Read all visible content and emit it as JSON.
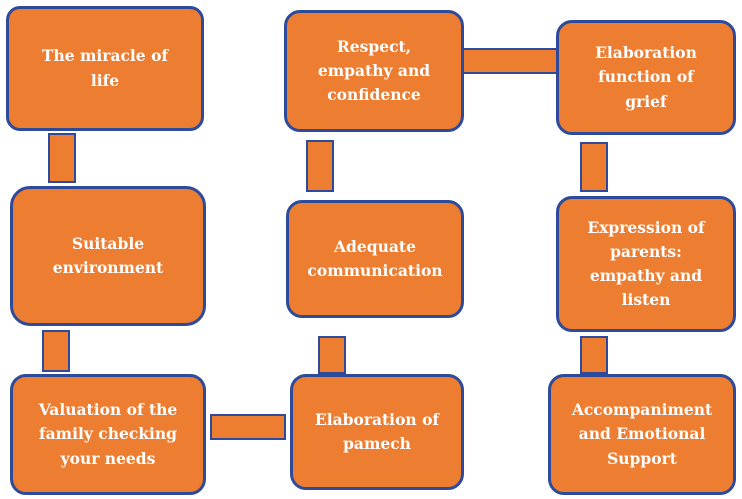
{
  "diagram": {
    "nodes": [
      {
        "id": "miracle-of-life",
        "label": "The miracle of\nlife"
      },
      {
        "id": "respect-empathy-confidence",
        "label": "Respect,\nempathy and\nconfidence"
      },
      {
        "id": "elaboration-function-grief",
        "label": "Elaboration\nfunction of\ngrief"
      },
      {
        "id": "suitable-environment",
        "label": "Suitable\nenvironment"
      },
      {
        "id": "adequate-communication",
        "label": "Adequate\ncommunication"
      },
      {
        "id": "expression-of-parents",
        "label": "Expression of\nparents:\nempathy and\nlisten"
      },
      {
        "id": "valuation-of-family",
        "label": "Valuation of the\nfamily checking\nyour needs"
      },
      {
        "id": "elaboration-of-pamech",
        "label": "Elaboration of\npamech"
      },
      {
        "id": "accompaniment-emotional-support",
        "label": "Accompaniment\nand Emotional\nSupport"
      }
    ],
    "connectors": [
      {
        "between": [
          "miracle-of-life",
          "suitable-environment"
        ]
      },
      {
        "between": [
          "respect-empathy-confidence",
          "elaboration-function-grief"
        ]
      },
      {
        "between": [
          "respect-empathy-confidence",
          "adequate-communication"
        ]
      },
      {
        "between": [
          "elaboration-function-grief",
          "expression-of-parents"
        ]
      },
      {
        "between": [
          "suitable-environment",
          "valuation-of-family"
        ]
      },
      {
        "between": [
          "adequate-communication",
          "elaboration-of-pamech"
        ]
      },
      {
        "between": [
          "expression-of-parents",
          "accompaniment-emotional-support"
        ]
      },
      {
        "between": [
          "valuation-of-family",
          "elaboration-of-pamech"
        ]
      }
    ],
    "colors": {
      "node_fill": "#ED7D31",
      "node_border": "#2E4B9B",
      "text": "#FFFFFF",
      "background": "#FFFFFF"
    }
  }
}
